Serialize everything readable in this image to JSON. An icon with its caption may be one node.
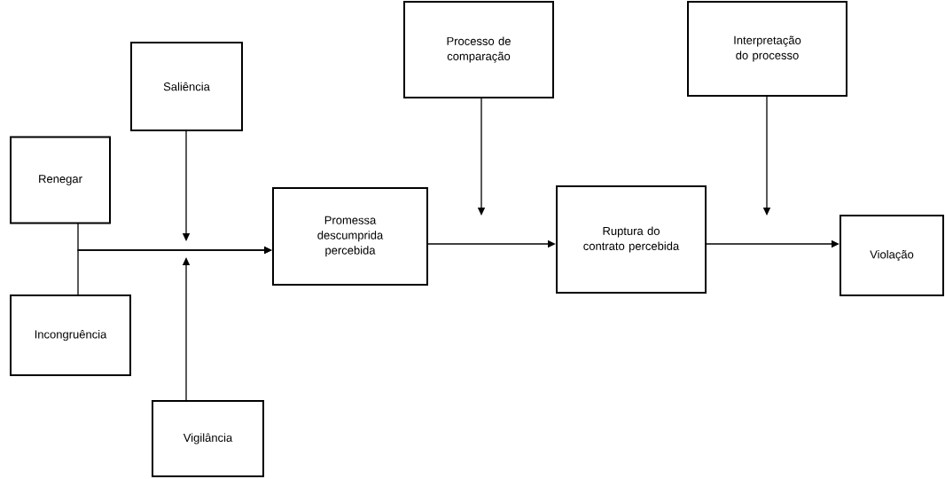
{
  "diagram": {
    "nodes": [
      {
        "text": [
          "Renegar"
        ]
      },
      {
        "text": [
          "Incongruência"
        ]
      },
      {
        "text": [
          "Saliência"
        ]
      },
      {
        "text": [
          "Vigilância"
        ]
      },
      {
        "text": [
          "Promessa descumprida percebida"
        ]
      },
      {
        "text": [
          "Processo de comparação"
        ]
      },
      {
        "text": [
          "Ruptura do contrato percebida"
        ]
      },
      {
        "text": [
          "Interpretação do processo"
        ]
      },
      {
        "text": [
          "Violação"
        ]
      }
    ],
    "edges": [
      {
        "from": 0,
        "to": 4,
        "arrow": "to"
      },
      {
        "from": 1,
        "to": 4,
        "arrow": "to"
      },
      {
        "from": 2,
        "to": null,
        "arrow": "to"
      },
      {
        "from": 3,
        "to": null,
        "arrow": "to"
      },
      {
        "from": 4,
        "to": 6,
        "arrow": "to"
      },
      {
        "from": 5,
        "to": null,
        "arrow": "to"
      },
      {
        "from": 6,
        "to": 8,
        "arrow": "to"
      },
      {
        "from": 7,
        "to": null,
        "arrow": "to"
      }
    ]
  }
}
